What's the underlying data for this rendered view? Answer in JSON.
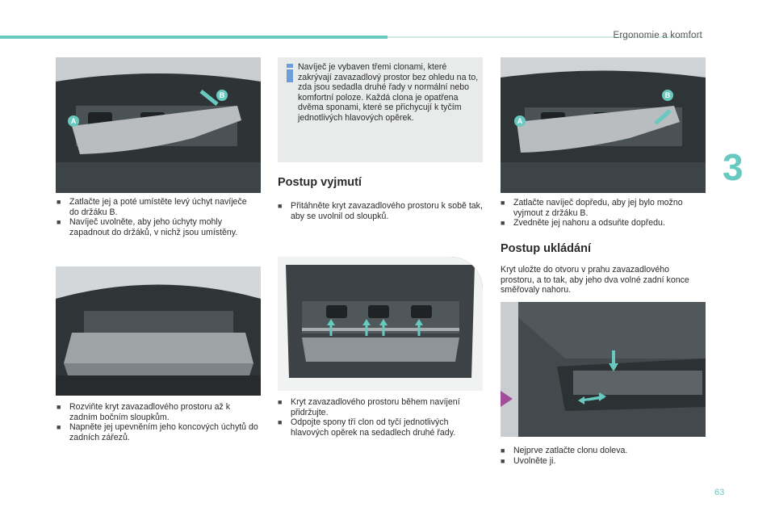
{
  "header": {
    "section_title": "Ergonomie a komfort",
    "chapter_number": "3",
    "page_number": "63"
  },
  "figures": {
    "label_a": "A",
    "label_b": "B"
  },
  "col1": {
    "top_bullets": [
      "Zatlačte jej a poté umístěte levý úchyt navíječe do držáku B.",
      "Navíječ uvolněte, aby jeho úchyty mohly zapadnout do držáků, v nichž jsou umístěny."
    ],
    "bottom_bullets": [
      "Rozviňte kryt zavazadlového prostoru až k zadním bočním sloupkům.",
      "Napněte jej upevněním jeho koncových úchytů do zadních zářezů."
    ]
  },
  "col2": {
    "info_text": "Navíječ je vybaven třemi clonami, které zakrývají zavazadlový prostor bez ohledu na to, zda jsou sedadla druhé řady v normální nebo komfortní poloze. Každá clona je opatřena dvěma sponami, které se přichycují k tyčím jednotlivých hlavových opěrek.",
    "heading": "Postup vyjmutí",
    "top_bullets": [
      "Přitáhněte kryt zavazadlového prostoru k sobě tak, aby se uvolnil od sloupků."
    ],
    "bottom_bullets": [
      "Kryt zavazadlového prostoru během navíjení přidržujte.",
      "Odpojte spony tří clon od tyčí jednotlivých hlavových opěrek na sedadlech druhé řady."
    ]
  },
  "col3": {
    "top_bullets": [
      "Zatlačte navíječ dopředu, aby jej bylo možno vyjmout z držáku B.",
      "Zvedněte jej nahoru a odsuňte dopředu."
    ],
    "heading": "Postup ukládání",
    "paragraph": "Kryt uložte do otvoru v prahu zavazadlového prostoru, a to tak, aby jeho dva volné zadní konce směřovaly nahoru.",
    "bottom_bullets": [
      "Nejprve zatlačte clonu doleva.",
      "Uvolněte ji."
    ]
  },
  "colors": {
    "accent": "#67c9bf",
    "info_box": "#e9ebeb",
    "info_icon": "#6c9fd8"
  }
}
